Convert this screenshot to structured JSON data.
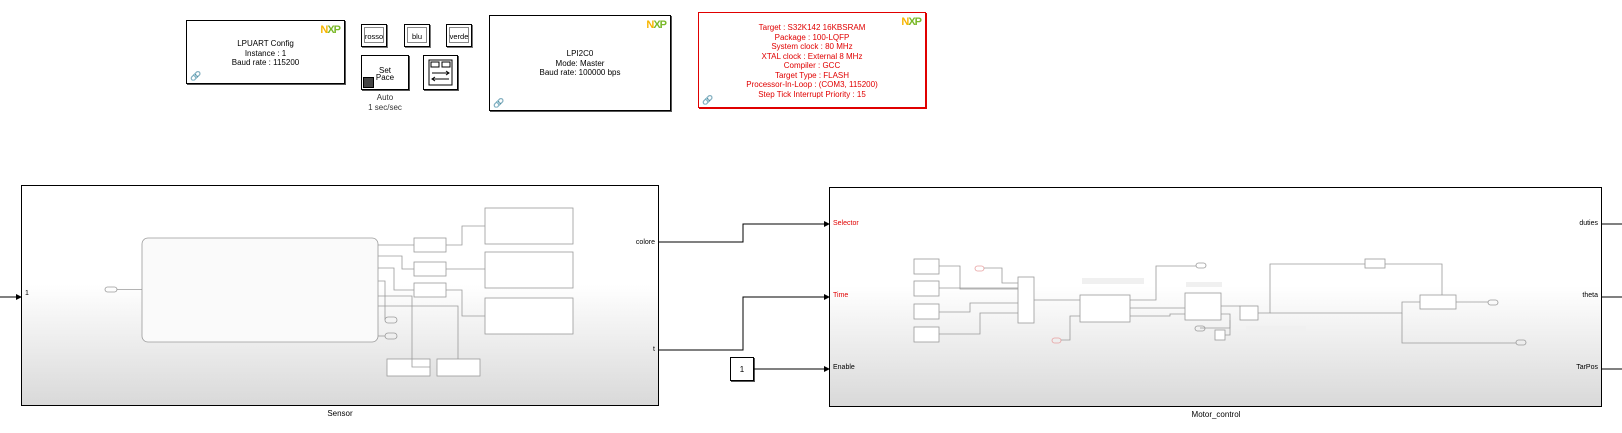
{
  "lpuart": {
    "title": "LPUART Config",
    "instance": "Instance : 1",
    "baud": "Baud rate : 115200"
  },
  "buttons": {
    "rosso": "rosso",
    "blu": "blu",
    "verde": "verde",
    "set_pace_line1": "Set",
    "set_pace_line2": "Pace",
    "pace_mode": "Auto",
    "pace_rate": "1 sec/sec"
  },
  "lpi2c": {
    "title": "LPI2C0",
    "mode": "Mode: Master",
    "baud": "Baud rate: 100000 bps"
  },
  "target": {
    "lines": [
      "Target : S32K142 16KBSRAM",
      "Package : 100-LQFP",
      "System clock : 80 MHz",
      "XTAL clock : External 8 MHz",
      "Compiler : GCC",
      "Target Type : FLASH",
      "Processor-In-Loop : (COM3, 115200)",
      "Step Tick Interrupt Priority : 15"
    ]
  },
  "logo": {
    "n": "N",
    "x": "X",
    "p": "P"
  },
  "sensor": {
    "name": "Sensor",
    "in_port": "1",
    "out_colore": "colore",
    "out_t": "t"
  },
  "constant": {
    "value": "1"
  },
  "motor": {
    "name": "Motor_control",
    "in_selector": "Selector",
    "in_time": "Time",
    "in_enable": "Enable",
    "out_duties": "duties",
    "out_theta": "theta",
    "out_tarpos": "TarPos"
  },
  "colors": {
    "accent_red": "#e00000",
    "nxp_yellow": "#f7b500",
    "nxp_green": "#7ab929"
  }
}
